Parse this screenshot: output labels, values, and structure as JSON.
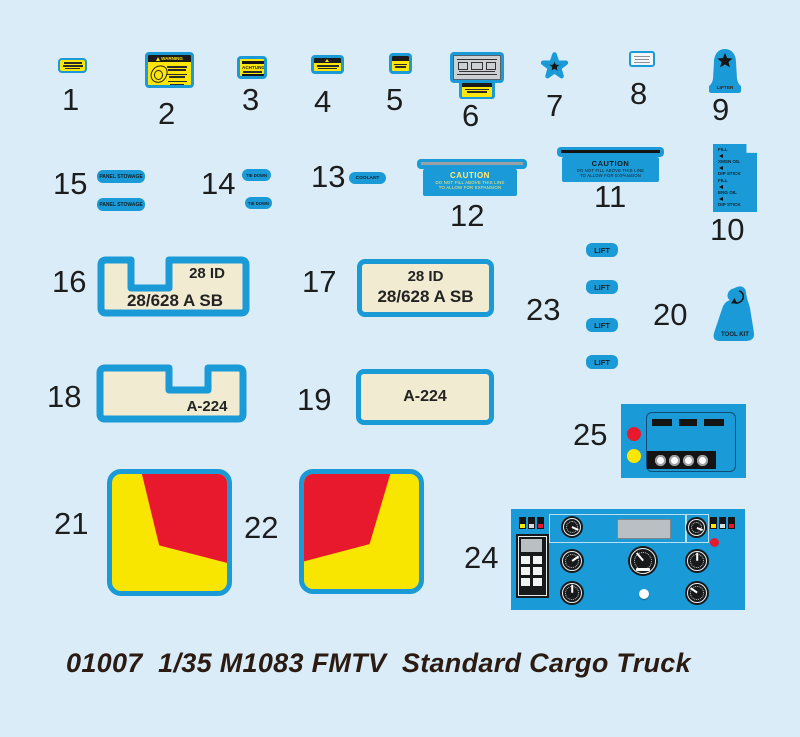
{
  "sheet": {
    "title": "01007  1/35 M1083 FMTV  Standard Cargo Truck",
    "colors": {
      "background": "#d9ecf8",
      "decal_blue": "#1a9ad6",
      "label_yellow": "#ffe60a",
      "cream": "#f1ebd2",
      "flag_red": "#e8192c",
      "flag_yellow": "#f8e600"
    }
  },
  "decals": {
    "d1": {
      "num": "1"
    },
    "d2": {
      "num": "2",
      "header": "WARNING"
    },
    "d3": {
      "num": "3",
      "text": "ACHTUNG"
    },
    "d4": {
      "num": "4"
    },
    "d5": {
      "num": "5"
    },
    "d6": {
      "num": "6"
    },
    "d7": {
      "num": "7"
    },
    "d8": {
      "num": "8"
    },
    "d9": {
      "num": "9",
      "text": "LIFTER"
    },
    "d10": {
      "num": "10",
      "lines": [
        "FILL",
        "XMSN OIL",
        "DIP STICK",
        "FILL",
        "ENG OIL",
        "DIP STICK"
      ]
    },
    "d11": {
      "num": "11",
      "header": "CAUTION",
      "line1": "DO NOT FILL ABOVE THIS LINE",
      "line2": "TO ALLOW FOR EXPANSION"
    },
    "d12": {
      "num": "12",
      "header": "CAUTION",
      "line1": "DO NOT FILL ABOVE THIS LINE",
      "line2": "TO ALLOW FOR EXPANSION"
    },
    "d13": {
      "num": "13",
      "text": "COOLANT"
    },
    "d14": {
      "num": "14",
      "text": "TIE DOWN"
    },
    "d15": {
      "num": "15",
      "text": "PANEL STOWAGE"
    },
    "d16": {
      "num": "16",
      "line1": "28 ID",
      "line2": "28/628 A SB"
    },
    "d17": {
      "num": "17",
      "line1": "28 ID",
      "line2": "28/628 A SB"
    },
    "d18": {
      "num": "18",
      "text": "A-224"
    },
    "d19": {
      "num": "19",
      "text": "A-224"
    },
    "d20": {
      "num": "20",
      "text": "TOOL KIT"
    },
    "d21": {
      "num": "21"
    },
    "d22": {
      "num": "22"
    },
    "d23": {
      "num": "23",
      "text": "LIFT"
    },
    "d24": {
      "num": "24"
    },
    "d25": {
      "num": "25"
    }
  }
}
